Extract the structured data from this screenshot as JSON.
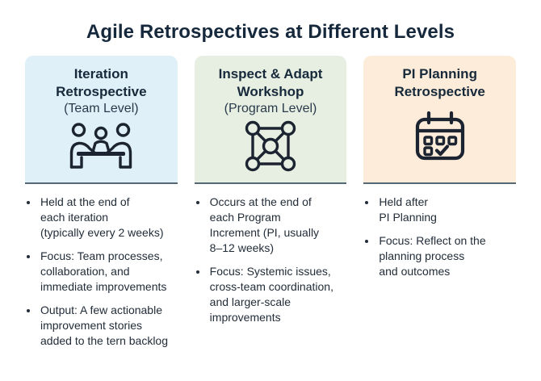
{
  "page": {
    "title": "Agile Retrospectives at Different Levels"
  },
  "colors": {
    "title_text": "#16293c",
    "body_text": "#222d39",
    "card_iteration_bg": "#dff0f8",
    "card_inspect_bg": "#e7efe3",
    "card_pi_bg": "#fdecd9",
    "card_bottom_border": "#566873",
    "icon_stroke": "#1b2430"
  },
  "columns": [
    {
      "card_title": "Iteration\nRetrospective",
      "card_subtitle": "(Team Level)",
      "icon": "team-meeting-icon",
      "bullets": [
        "Held at the end of\neach iteration\n(typically every 2 weeks)",
        "Focus: Team processes,\ncollaboration, and\nimmediate improvements",
        "Output: A few actionable\nimprovement stories\nadded to the tern backlog"
      ]
    },
    {
      "card_title": "Inspect & Adapt\nWorkshop",
      "card_subtitle": "(Program Level)",
      "icon": "network-nodes-icon",
      "bullets": [
        "Occurs at the end of\neach Program\nIncrement (PI, usually\n8–12 weeks)",
        "Focus: Systemic issues,\ncross-team coordination,\nand larger-scale\nimprovements"
      ]
    },
    {
      "card_title": "PI Planning\nRetrospective",
      "card_subtitle": "",
      "icon": "calendar-check-icon",
      "bullets": [
        "Held after\nPI Planning",
        "Focus: Reflect on the\nplanning process\nand outcomes"
      ]
    }
  ]
}
